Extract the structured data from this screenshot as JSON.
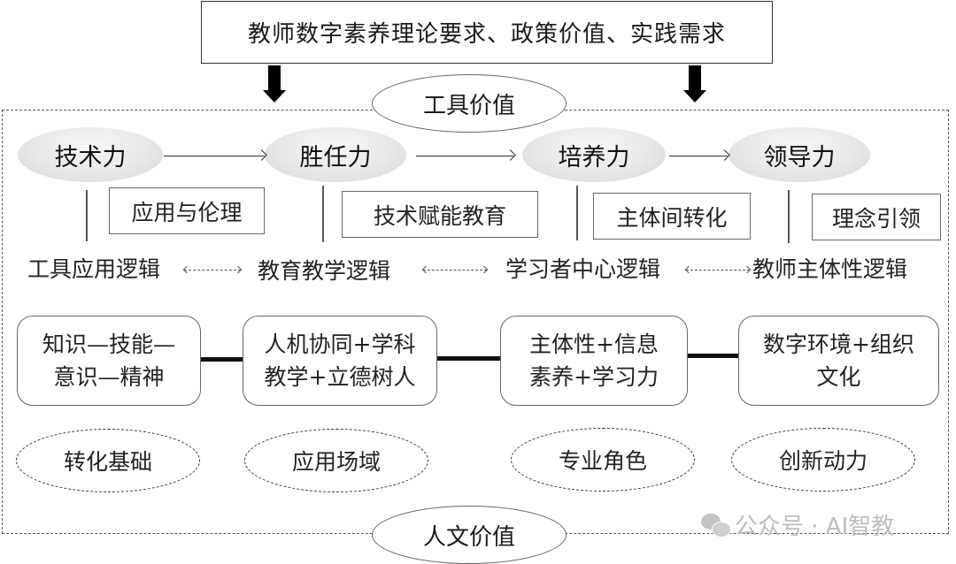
{
  "top_box": {
    "text": "教师数字素养理论要求、政策价值、实践需求"
  },
  "value_ovals": {
    "tool_value": "工具价值",
    "humanistic_value": "人文价值"
  },
  "capabilities": [
    {
      "label": "技术力"
    },
    {
      "label": "胜任力"
    },
    {
      "label": "培养力"
    },
    {
      "label": "领导力"
    }
  ],
  "dimension_boxes": [
    {
      "label": "应用与伦理"
    },
    {
      "label": "技术赋能教育"
    },
    {
      "label": "主体间转化"
    },
    {
      "label": "理念引领"
    }
  ],
  "logics": [
    {
      "label": "工具应用逻辑"
    },
    {
      "label": "教育教学逻辑"
    },
    {
      "label": "学习者中心逻辑"
    },
    {
      "label": "教师主体性逻辑"
    }
  ],
  "content_boxes": [
    {
      "line1": "知识—技能—",
      "line2": "意识—精神"
    },
    {
      "line1": "人机协同+学科",
      "line2": "教学+立德树人"
    },
    {
      "line1": "主体性+信息",
      "line2": "素养+学习力"
    },
    {
      "line1": "数字环境+组织",
      "line2": "文化"
    }
  ],
  "role_ovals": [
    {
      "label": "转化基础"
    },
    {
      "label": "应用场域"
    },
    {
      "label": "专业角色"
    },
    {
      "label": "创新动力"
    }
  ],
  "watermark": {
    "text": "公众号 · AI智教"
  }
}
